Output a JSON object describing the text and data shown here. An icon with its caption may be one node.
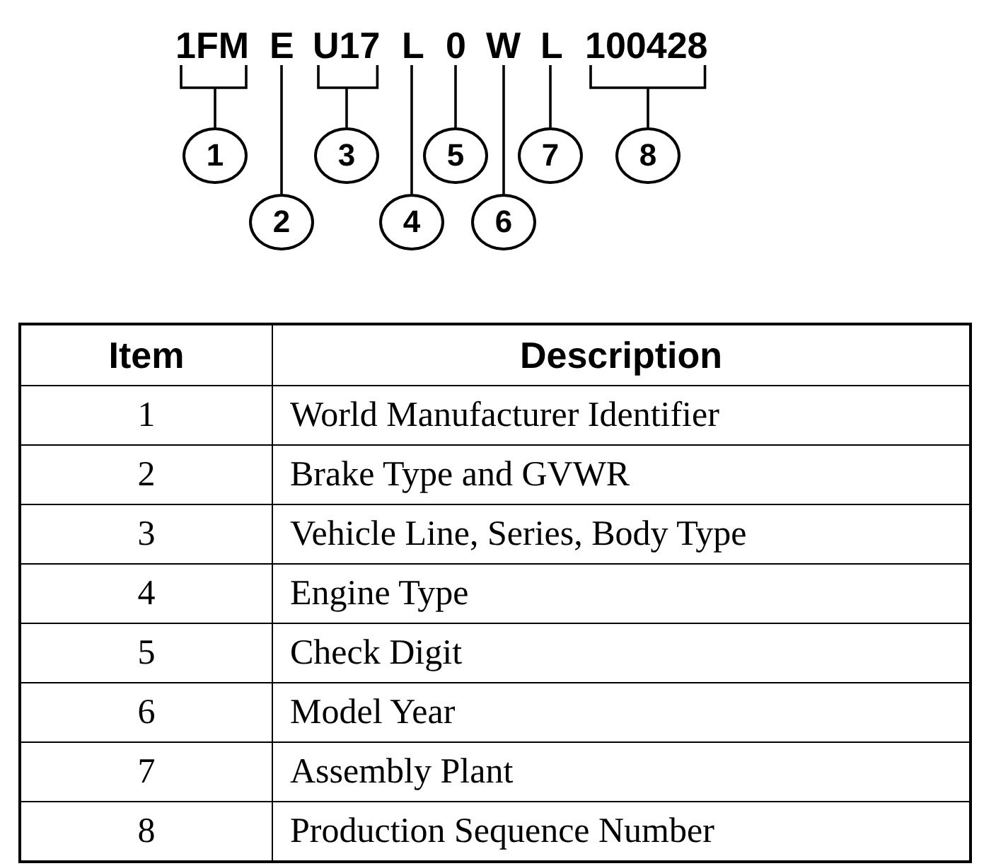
{
  "diagram": {
    "nodes": [
      {
        "text": [
          "1FM"
        ]
      },
      {
        "text": [
          "E"
        ]
      },
      {
        "text": [
          "U17"
        ]
      },
      {
        "text": [
          "L"
        ]
      },
      {
        "text": [
          "0"
        ]
      },
      {
        "text": [
          "W"
        ]
      },
      {
        "text": [
          "L"
        ]
      },
      {
        "text": [
          "100428"
        ]
      },
      {
        "text": [
          "1"
        ]
      },
      {
        "text": [
          "2"
        ]
      },
      {
        "text": [
          "3"
        ]
      },
      {
        "text": [
          "4"
        ]
      },
      {
        "text": [
          "5"
        ]
      },
      {
        "text": [
          "6"
        ]
      },
      {
        "text": [
          "7"
        ]
      },
      {
        "text": [
          "8"
        ]
      }
    ],
    "edges": [
      {
        "from": 0,
        "to": 8,
        "arrow": "none"
      },
      {
        "from": 1,
        "to": 9,
        "arrow": "none"
      },
      {
        "from": 2,
        "to": 10,
        "arrow": "none"
      },
      {
        "from": 3,
        "to": 11,
        "arrow": "none"
      },
      {
        "from": 4,
        "to": 12,
        "arrow": "none"
      },
      {
        "from": 5,
        "to": 13,
        "arrow": "none"
      },
      {
        "from": 6,
        "to": 14,
        "arrow": "none"
      },
      {
        "from": 7,
        "to": 15,
        "arrow": "none"
      }
    ],
    "labels": [
      "Item",
      "Description",
      "1",
      "World Manufacturer Identifier",
      "2",
      "Brake Type and GVWR",
      "3",
      "Vehicle Line, Series, Body Type",
      "4",
      "Engine Type",
      "5",
      "Check Digit",
      "6",
      "Model Year",
      "7",
      "Assembly Plant",
      "8",
      "Production Sequence Number"
    ]
  }
}
